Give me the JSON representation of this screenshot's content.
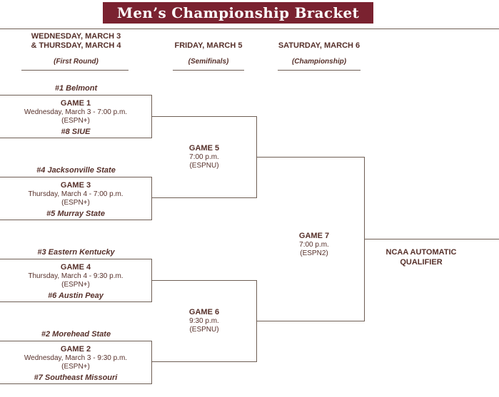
{
  "title": "Men’s Championship Bracket",
  "columns": [
    {
      "heading": "WEDNESDAY, MARCH 3",
      "heading2": "& THURSDAY, MARCH 4",
      "sub": "(First Round)"
    },
    {
      "heading": "FRIDAY, MARCH 5",
      "sub": "(Semifinals)"
    },
    {
      "heading": "SATURDAY, MARCH 6",
      "sub": "(Championship)"
    }
  ],
  "games": {
    "first_round": [
      {
        "top_team": "#1 Belmont",
        "title": "GAME 1",
        "when": "Wednesday, March 3 - 7:00 p.m.",
        "tv": "(ESPN+)",
        "bottom_team": "#8 SIUE"
      },
      {
        "top_team": "#4 Jacksonville State",
        "title": "GAME 3",
        "when": "Thursday, March 4 - 7:00 p.m.",
        "tv": "(ESPN+)",
        "bottom_team": "#5 Murray State"
      },
      {
        "top_team": "#3 Eastern Kentucky",
        "title": "GAME 4",
        "when": "Thursday, March 4 - 9:30 p.m.",
        "tv": "(ESPN+)",
        "bottom_team": "#6 Austin Peay"
      },
      {
        "top_team": "#2 Morehead State",
        "title": "GAME 2",
        "when": "Wednesday, March 3 - 9:30 p.m.",
        "tv": "(ESPN+)",
        "bottom_team": "#7 Southeast Missouri"
      }
    ],
    "semifinals": [
      {
        "title": "GAME 5",
        "when": "7:00 p.m.",
        "tv": "(ESPNU)"
      },
      {
        "title": "GAME 6",
        "when": "9:30 p.m.",
        "tv": "(ESPNU)"
      }
    ],
    "championship": {
      "title": "GAME 7",
      "when": "7:00 p.m.",
      "tv": "(ESPN2)"
    }
  },
  "winner": {
    "line1": "NCAA AUTOMATIC",
    "line2": "QUALIFIER"
  },
  "colors": {
    "header_bg": "#7a2230",
    "text": "#56302a",
    "line": "#6e5e54"
  }
}
